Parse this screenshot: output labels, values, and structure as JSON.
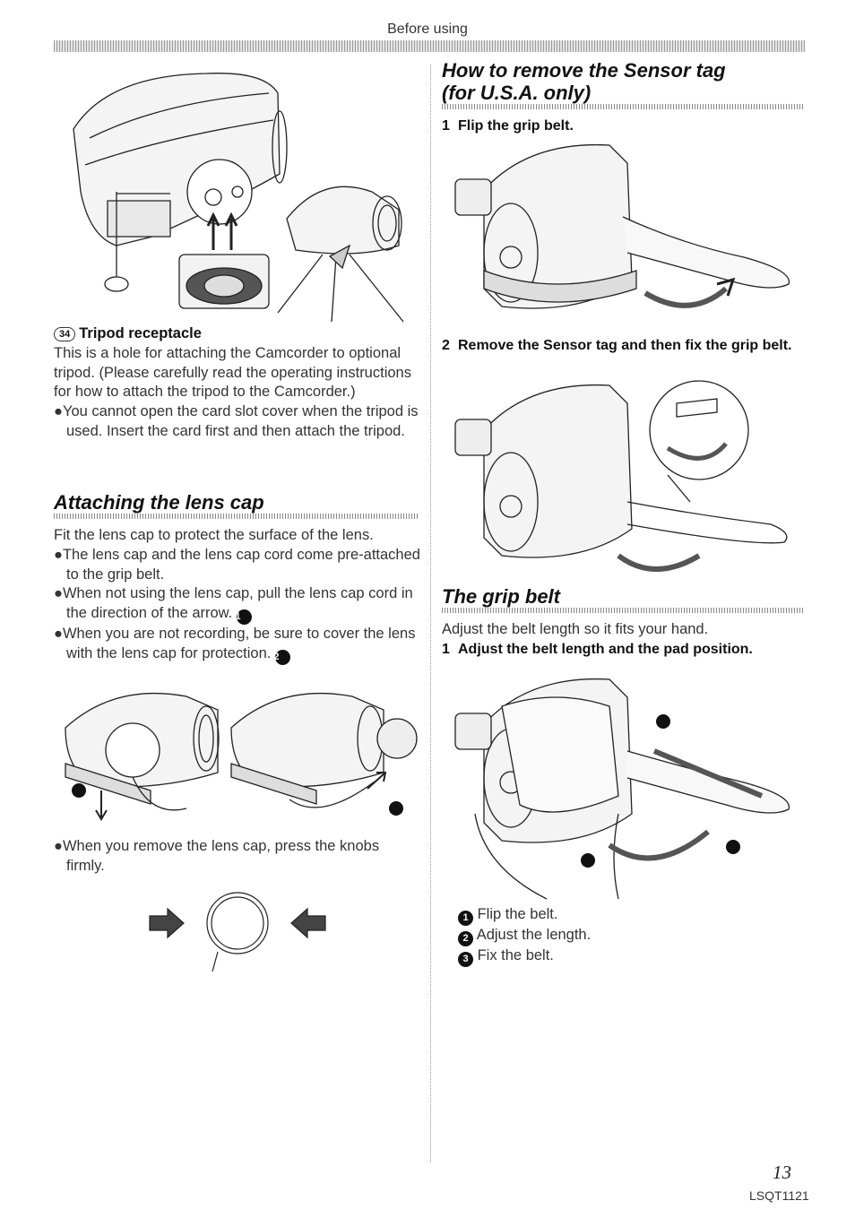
{
  "header": {
    "section": "Before using"
  },
  "left": {
    "tripod_badge": "34",
    "tripod_title": "Tripod receptacle",
    "tripod_body": "This is a hole for attaching the Camcorder to optional tripod. (Please carefully read the operating instructions for how to attach the tripod to the Camcorder.)",
    "tripod_bullet": "You cannot open the card slot cover when the tripod is used. Insert the card first and then attach the tripod.",
    "lens_cap_heading": "Attaching the lens cap",
    "lens_cap_intro": "Fit the lens cap to protect the surface of the lens.",
    "lens_bullet_1": "The lens cap and the lens cap cord come pre-attached to the grip belt.",
    "lens_bullet_2": "When not using the lens cap, pull the lens cap cord in the direction of the arrow.",
    "lens_bullet_3": "When you are not recording, be sure to cover the lens with the lens cap for protection.",
    "lens_remove_bullet": "When you remove the lens cap, press the knobs firmly."
  },
  "right": {
    "sensor_heading_line1": "How to remove the Sensor tag",
    "sensor_heading_line2": "(for U.S.A. only)",
    "sensor_step1": "Flip the grip belt.",
    "sensor_step2": "Remove the Sensor tag and then fix the grip belt.",
    "grip_heading": "The grip belt",
    "grip_intro": "Adjust the belt length so it fits your hand.",
    "grip_step1": "Adjust the belt length and the pad position.",
    "grip_legend_1": "Flip the belt.",
    "grip_legend_2": "Adjust the length.",
    "grip_legend_3": "Fix the belt."
  },
  "step_numbers": {
    "one": "1",
    "two": "2"
  },
  "markers": {
    "one": "1",
    "two": "2",
    "three": "3"
  },
  "bullet_glyph": "●",
  "footer": {
    "page_number": "13",
    "model_code": "LSQT1121"
  }
}
